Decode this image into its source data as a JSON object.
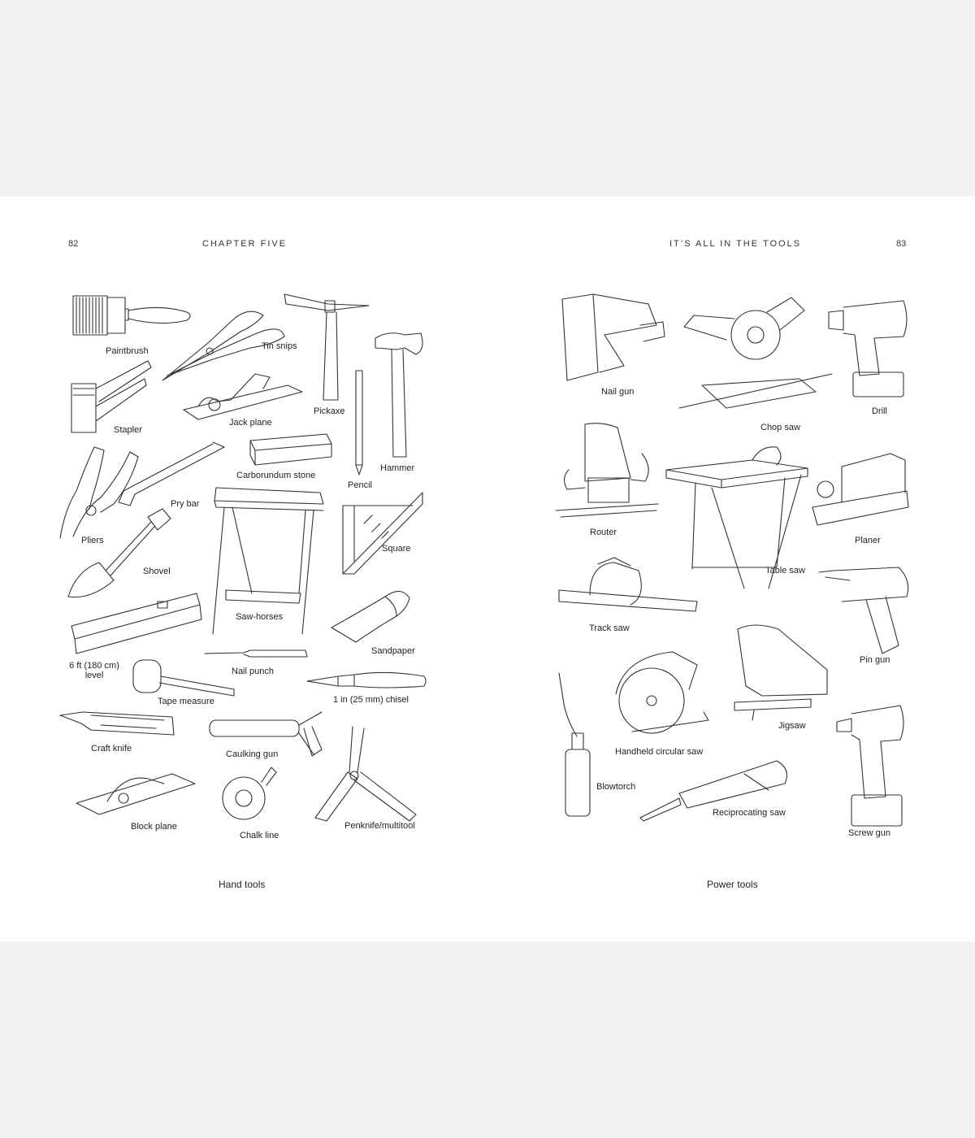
{
  "left_page": {
    "page_number": "82",
    "running_head": "CHAPTER FIVE",
    "caption": "Hand tools",
    "labels": {
      "paintbrush": "Paintbrush",
      "tin_snips": "Tin snips",
      "pickaxe": "Pickaxe",
      "hammer": "Hammer",
      "stapler": "Stapler",
      "jack_plane": "Jack plane",
      "pencil": "Pencil",
      "carborundum_stone": "Carborundum stone",
      "pliers": "Pliers",
      "pry_bar": "Pry bar",
      "square": "Square",
      "shovel": "Shovel",
      "saw_horses": "Saw-horses",
      "level": "6 ft (180 cm) level",
      "sandpaper": "Sandpaper",
      "nail_punch": "Nail punch",
      "tape_measure": "Tape measure",
      "chisel": "1 in (25 mm) chisel",
      "craft_knife": "Craft knife",
      "caulking_gun": "Caulking gun",
      "block_plane": "Block plane",
      "chalk_line": "Chalk line",
      "multitool": "Penknife/multitool"
    }
  },
  "right_page": {
    "page_number": "83",
    "running_head": "IT’S ALL IN THE TOOLS",
    "caption": "Power tools",
    "labels": {
      "nail_gun": "Nail gun",
      "chop_saw": "Chop saw",
      "drill": "Drill",
      "router": "Router",
      "table_saw": "Table saw",
      "planer": "Planer",
      "track_saw": "Track saw",
      "pin_gun": "Pin gun",
      "jigsaw": "Jigsaw",
      "circular_saw": "Handheld circular saw",
      "blowtorch": "Blowtorch",
      "reciprocating_saw": "Reciprocating saw",
      "screw_gun": "Screw gun"
    }
  }
}
